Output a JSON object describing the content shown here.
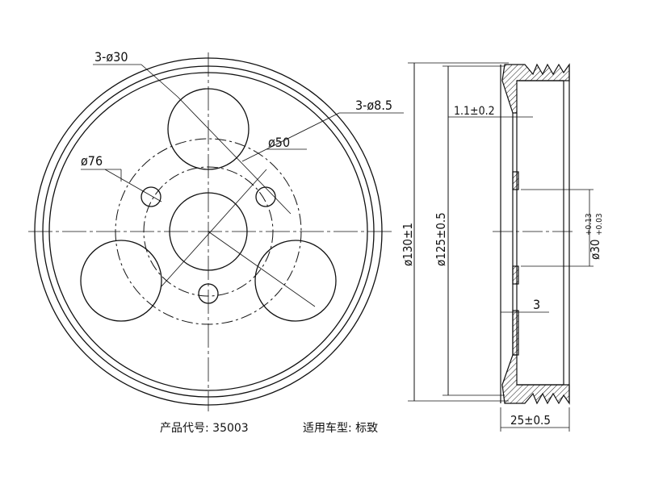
{
  "front_view": {
    "big_holes": "3-ø30",
    "small_holes": "3-ø8.5",
    "center_bore_circle": "ø50",
    "pitch_circle": "ø76"
  },
  "side_view": {
    "outer_diameter": "ø130±1",
    "groove_diameter": "ø125±0.5",
    "wall_thickness": "1.1±0.2",
    "bore_main": "ø30",
    "bore_upper_tol": "+0.13",
    "bore_lower_tol": "+0.03",
    "flange_thickness": "3",
    "width": "25±0.5"
  },
  "caption": {
    "product_code": "产品代号: 35003",
    "vehicle": "适用车型: 标致"
  }
}
